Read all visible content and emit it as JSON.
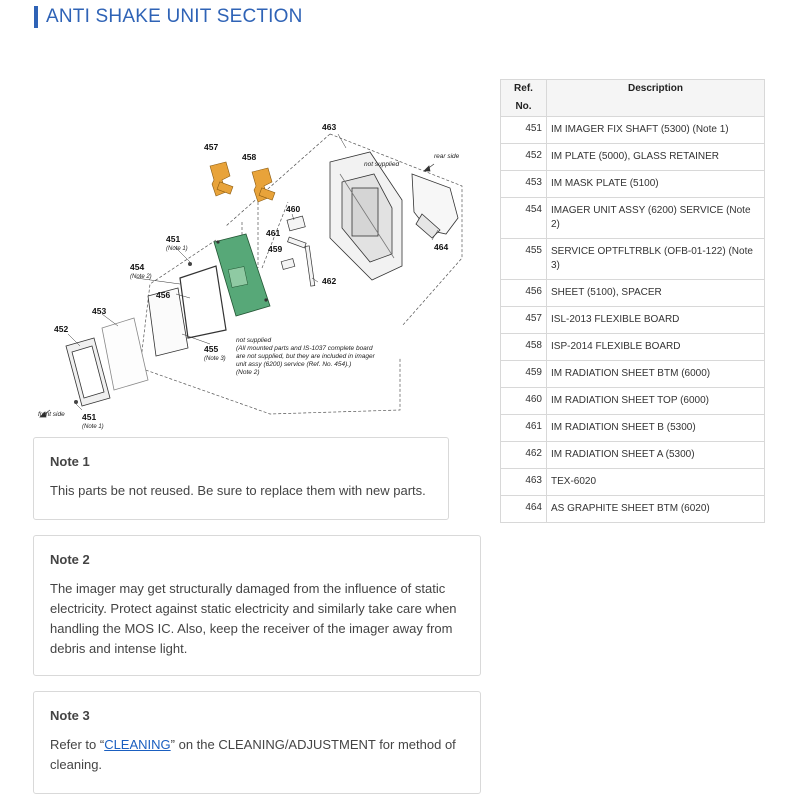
{
  "title": "ANTI SHAKE UNIT SECTION",
  "diagram": {
    "labels": {
      "l463": "463",
      "l457": "457",
      "l458": "458",
      "l460": "460",
      "l461": "461",
      "l459": "459",
      "l462": "462",
      "l464": "464",
      "l451a": "451",
      "l451a_note": "(Note 1)",
      "l454": "454",
      "l454_note": "(Note 2)",
      "l456": "456",
      "l453": "453",
      "l452": "452",
      "l455": "455",
      "l455_note": "(Note 3)",
      "l451b": "451",
      "l451b_note": "(Note 1)",
      "not_supplied_top": "not supplied",
      "rear_side": "rear side",
      "front_side": "front side",
      "ns_1": "not supplied",
      "ns_2": "(All mounted parts and IS-1037 complete board",
      "ns_3": "are not supplied, but they are included in imager",
      "ns_4": "unit assy (6200) service (Ref. No. 454).)",
      "ns_5": "(Note 2)"
    }
  },
  "table": {
    "headers": {
      "ref": "Ref. No.",
      "desc": "Description"
    },
    "rows": [
      {
        "ref": "451",
        "desc": "IM IMAGER FIX SHAFT (5300) (Note 1)"
      },
      {
        "ref": "452",
        "desc": "IM PLATE (5000), GLASS RETAINER"
      },
      {
        "ref": "453",
        "desc": "IM MASK PLATE (5100)"
      },
      {
        "ref": "454",
        "desc": "IMAGER UNIT ASSY (6200) SERVICE (Note 2)"
      },
      {
        "ref": "455",
        "desc": "SERVICE OPTFLTRBLK (OFB-01-122) (Note 3)"
      },
      {
        "ref": "456",
        "desc": "SHEET (5100), SPACER"
      },
      {
        "ref": "457",
        "desc": "ISL-2013 FLEXIBLE BOARD"
      },
      {
        "ref": "458",
        "desc": "ISP-2014 FLEXIBLE BOARD"
      },
      {
        "ref": "459",
        "desc": "IM RADIATION SHEET BTM (6000)"
      },
      {
        "ref": "460",
        "desc": "IM RADIATION SHEET TOP (6000)"
      },
      {
        "ref": "461",
        "desc": "IM RADIATION SHEET B (5300)"
      },
      {
        "ref": "462",
        "desc": "IM RADIATION SHEET A (5300)"
      },
      {
        "ref": "463",
        "desc": "TEX-6020"
      },
      {
        "ref": "464",
        "desc": "AS GRAPHITE SHEET BTM (6020)"
      }
    ]
  },
  "notes": {
    "note1": {
      "title": "Note 1",
      "text": "This parts be not reused. Be sure to replace them with new parts."
    },
    "note2": {
      "title": "Note 2",
      "text": "The imager may get structurally damaged from the influence of static electricity. Protect against static electricity and similarly take care when handling the MOS IC. Also, keep the receiver of the imager away from debris and intense light."
    },
    "note3": {
      "title": "Note 3",
      "prefix": "Refer to “",
      "link": "CLEANING",
      "suffix": "” on the CLEANING/ADJUSTMENT for method of cleaning."
    }
  },
  "colors": {
    "accent": "#2f63b6",
    "board_green": "#57a878",
    "flex_orange": "#e8a33a",
    "link": "#1a5fc0"
  }
}
